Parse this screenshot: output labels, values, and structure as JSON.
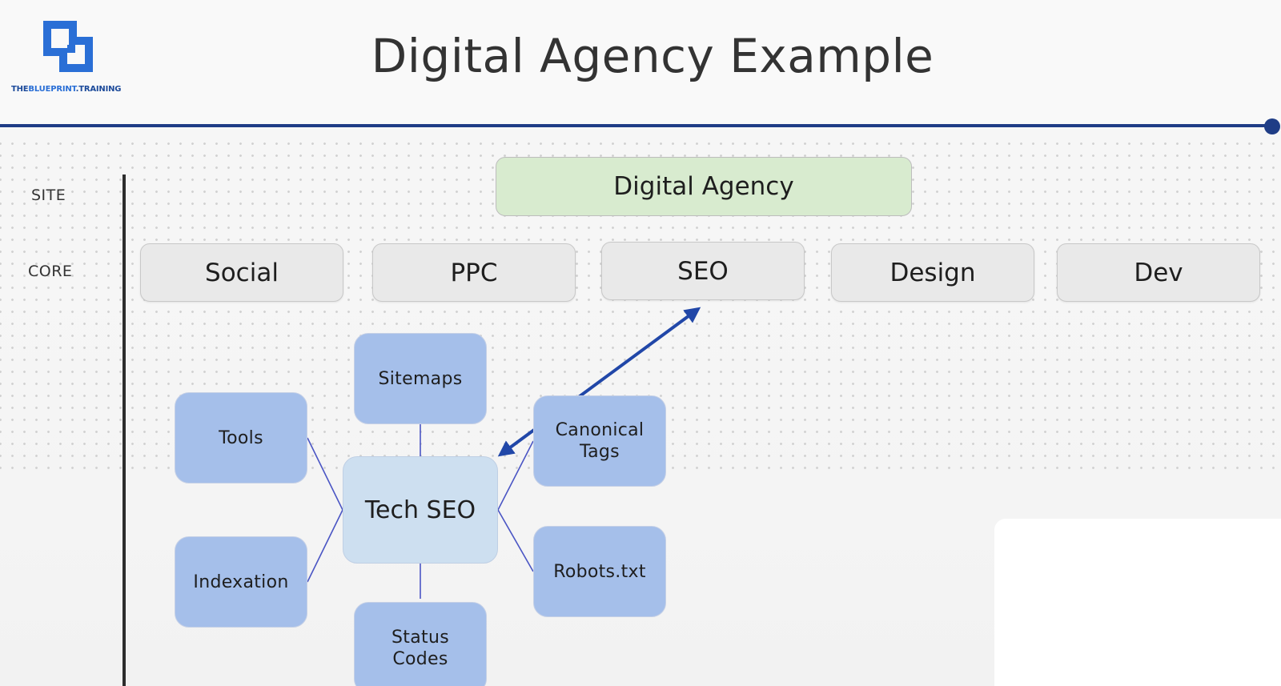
{
  "title": "Digital Agency Example",
  "logo": {
    "text_part1": "THE",
    "text_part2": "BLUEPRINT",
    "text_part3": ".TRAINING",
    "icon": "blueprint-logo-icon",
    "color": "#2a6fd6"
  },
  "rows": {
    "site_label": "SITE",
    "core_label": "CORE"
  },
  "site": {
    "label": "Digital Agency"
  },
  "core": [
    "Social",
    "PPC",
    "SEO",
    "Design",
    "Dev"
  ],
  "cluster": {
    "center": "Tech SEO",
    "nodes": {
      "sitemaps": "Sitemaps",
      "tools": "Tools",
      "canonical_line1": "Canonical",
      "canonical_line2": "Tags",
      "indexation": "Indexation",
      "robots": "Robots.txt",
      "status_line1": "Status",
      "status_line2": "Codes"
    }
  },
  "colors": {
    "accent": "#1f3d86",
    "site_fill": "#d8ebcf",
    "core_fill": "#e9e9e9",
    "node_fill": "#a5bfea",
    "center_fill": "#cddff0",
    "arrow": "#2147a8"
  }
}
